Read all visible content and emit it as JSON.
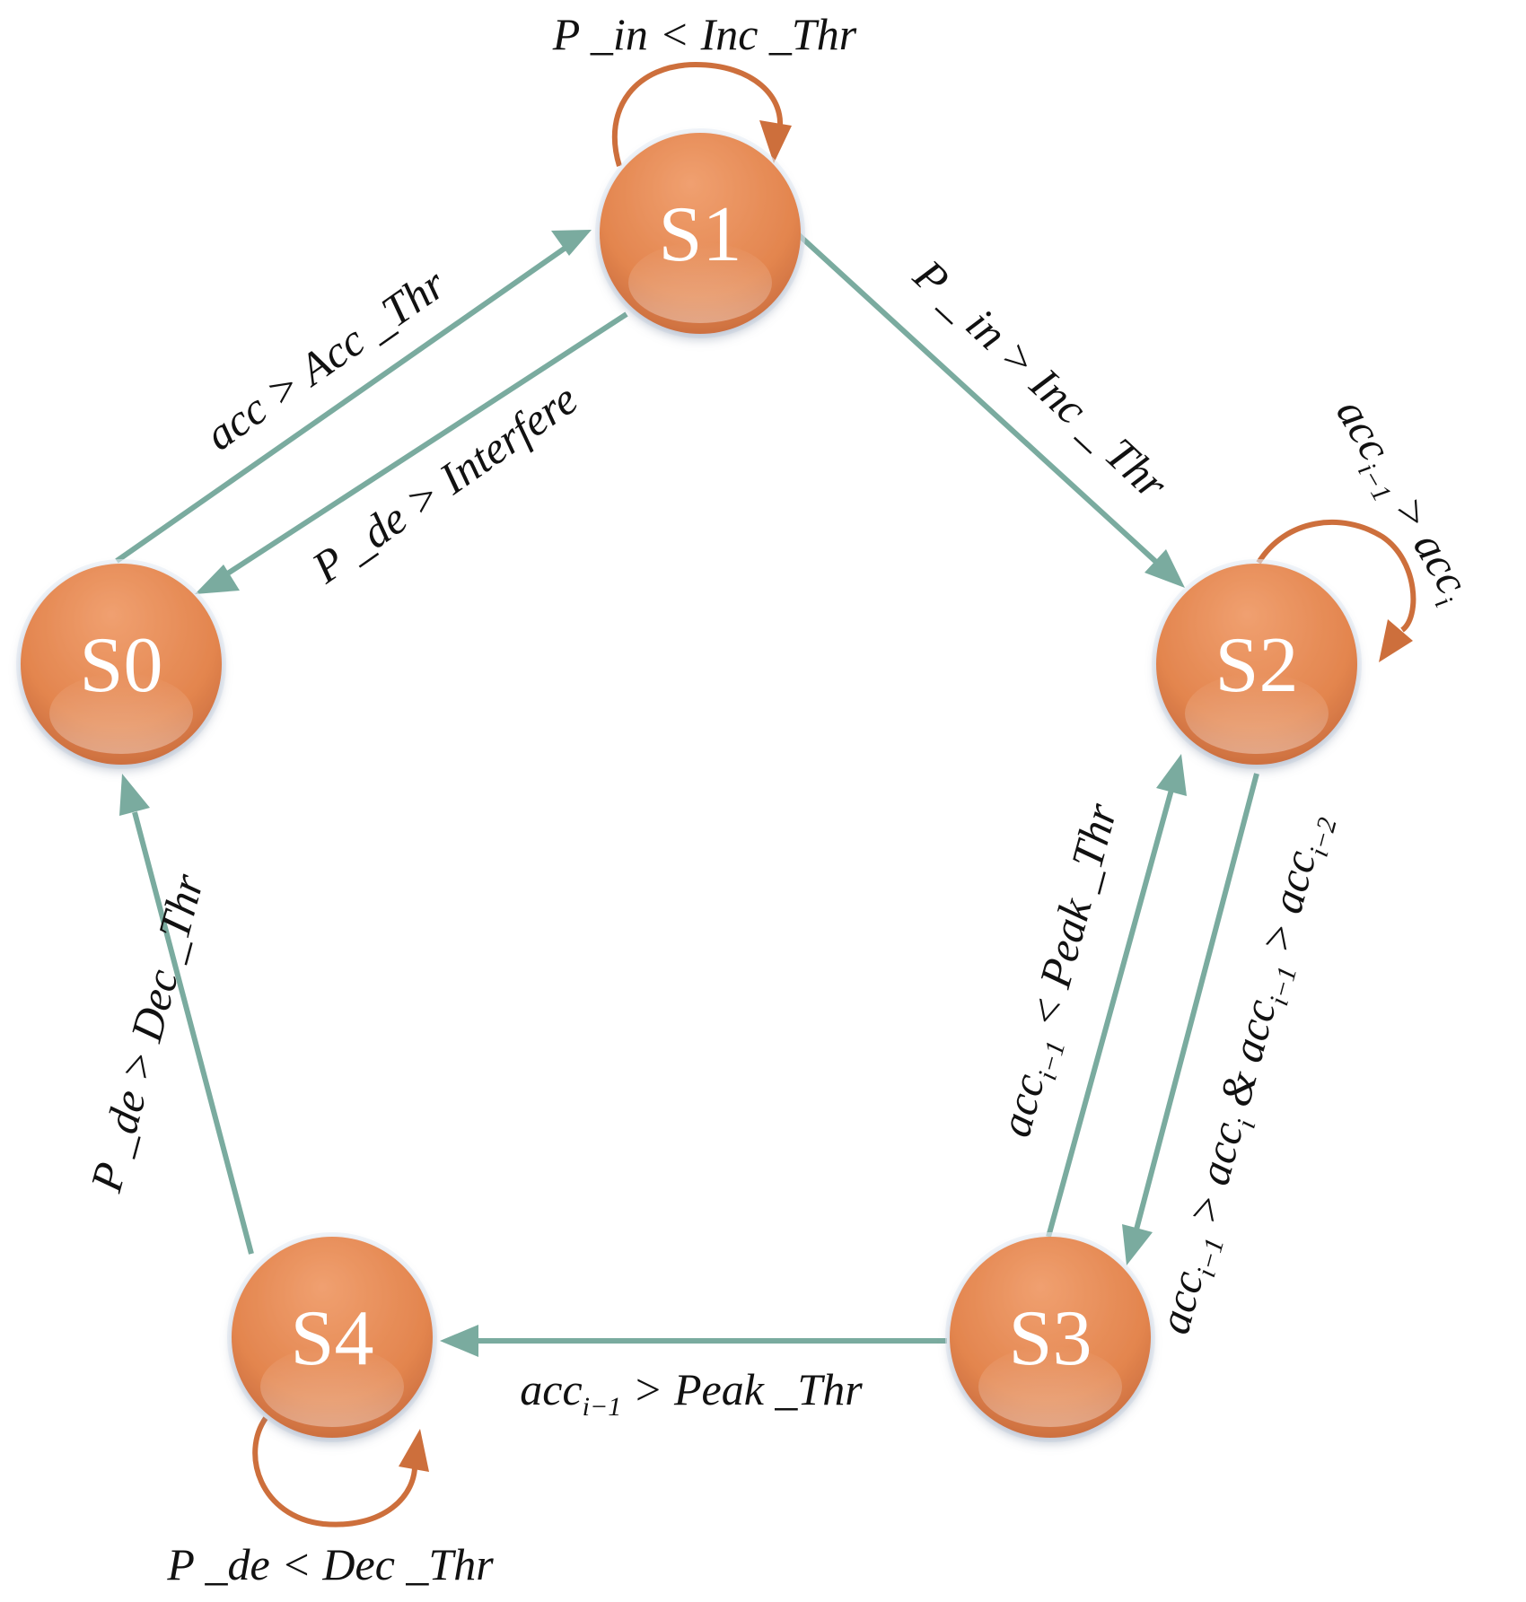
{
  "colors": {
    "state_fill": "#e3854e",
    "state_fill_dark": "#cd7040",
    "state_fill_light": "#f0a070",
    "transition": "#7aab9f",
    "self_loop": "#cd6f3c"
  },
  "states": [
    {
      "id": "S0",
      "label": "S0"
    },
    {
      "id": "S1",
      "label": "S1"
    },
    {
      "id": "S2",
      "label": "S2"
    },
    {
      "id": "S3",
      "label": "S3"
    },
    {
      "id": "S4",
      "label": "S4"
    }
  ],
  "transitions": [
    {
      "from": "S0",
      "to": "S1",
      "label": "acc > Acc _Thr"
    },
    {
      "from": "S1",
      "to": "S0",
      "label": "P _de > Interfere"
    },
    {
      "from": "S1",
      "to": "S2",
      "label": "P _ in > Inc _ Thr"
    },
    {
      "from": "S2",
      "to": "S3",
      "label_parts": [
        "acc",
        "i−1",
        " > acc",
        "i",
        " & acc",
        "i−1",
        " > acc",
        "i−2"
      ]
    },
    {
      "from": "S3",
      "to": "S2",
      "label_parts": [
        "acc",
        "i−1",
        " < Peak _Thr"
      ]
    },
    {
      "from": "S3",
      "to": "S4",
      "label_parts": [
        "acc",
        "i−1",
        " > Peak _Thr"
      ]
    },
    {
      "from": "S4",
      "to": "S0",
      "label": "P _de > Dec _Thr"
    },
    {
      "from": "S1",
      "to": "S1",
      "label": "P _in < Inc _Thr"
    },
    {
      "from": "S2",
      "to": "S2",
      "label_parts": [
        "acc",
        "i−1",
        " > acc",
        "i"
      ]
    },
    {
      "from": "S4",
      "to": "S4",
      "label": "P _de < Dec _Thr"
    }
  ]
}
